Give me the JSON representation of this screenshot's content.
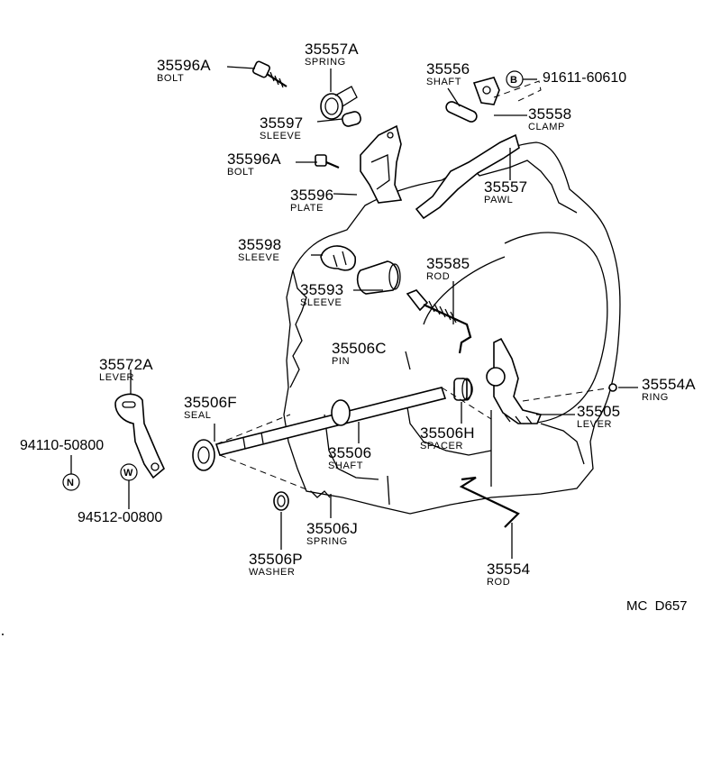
{
  "parts": [
    {
      "id": "p35596a_1",
      "number": "35596A",
      "name": "BOLT"
    },
    {
      "id": "p35557a",
      "number": "35557A",
      "name": "SPRING"
    },
    {
      "id": "p35597",
      "number": "35597",
      "name": "SLEEVE"
    },
    {
      "id": "p35596a_2",
      "number": "35596A",
      "name": "BOLT"
    },
    {
      "id": "p35596",
      "number": "35596",
      "name": "PLATE"
    },
    {
      "id": "p35556",
      "number": "35556",
      "name": "SHAFT"
    },
    {
      "id": "p35558",
      "number": "35558",
      "name": "CLAMP"
    },
    {
      "id": "p35557",
      "number": "35557",
      "name": "PAWL"
    },
    {
      "id": "p35598",
      "number": "35598",
      "name": "SLEEVE"
    },
    {
      "id": "p35585",
      "number": "35585",
      "name": "ROD"
    },
    {
      "id": "p35593",
      "number": "35593",
      "name": "SLEEVE"
    },
    {
      "id": "p35506c",
      "number": "35506C",
      "name": "PIN"
    },
    {
      "id": "p35572a",
      "number": "35572A",
      "name": "LEVER"
    },
    {
      "id": "p35506f",
      "number": "35506F",
      "name": "SEAL"
    },
    {
      "id": "p35554a",
      "number": "35554A",
      "name": "RING"
    },
    {
      "id": "p35505",
      "number": "35505",
      "name": "LEVER"
    },
    {
      "id": "p35506",
      "number": "35506",
      "name": "SHAFT"
    },
    {
      "id": "p35506h",
      "number": "35506H",
      "name": "SPACER"
    },
    {
      "id": "p35506j",
      "number": "35506J",
      "name": "SPRING"
    },
    {
      "id": "p35506p",
      "number": "35506P",
      "name": "WASHER"
    },
    {
      "id": "p35554",
      "number": "35554",
      "name": "ROD"
    }
  ],
  "std_parts": [
    {
      "id": "s91611",
      "symbol": "B",
      "number": "91611-60610"
    },
    {
      "id": "s94110",
      "symbol": "N",
      "number": "94110-50800"
    },
    {
      "id": "s94512",
      "symbol": "W",
      "number": "94512-00800"
    }
  ],
  "figure_code": "MC  D657"
}
